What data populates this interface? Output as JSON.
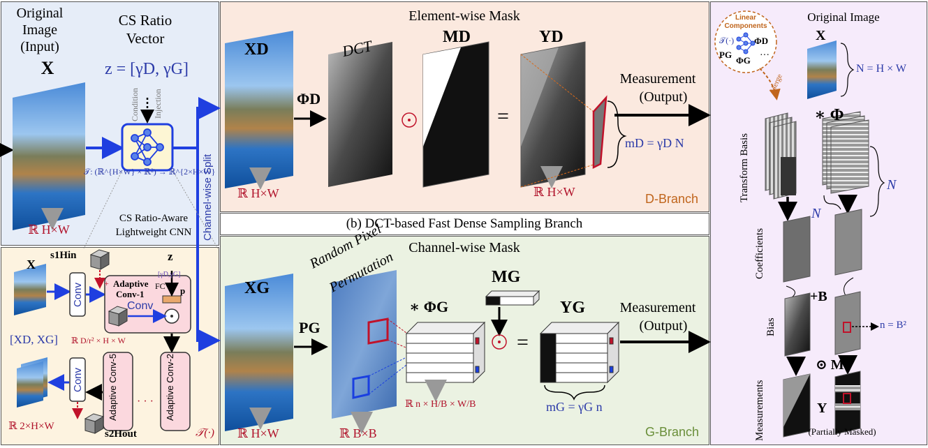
{
  "panel_a": {
    "original_label": "Original",
    "image_label": "Image",
    "input_label": "(Input)",
    "x_symbol": "X",
    "cs_ratio_label": "CS Ratio",
    "vector_label": "Vector",
    "z_vector": "z = [γD, γG]",
    "condition_label": "Condition",
    "injection_label": "Injection",
    "mapping": "𝒯: (ℝ^{H×W} × ℝ²) → ℝ^{2×H×W}",
    "rhw": "ℝ H×W",
    "cnn_label_1": "CS Ratio-Aware",
    "cnn_label_2": "Lightweight CNN",
    "channel_split": "Channel-wise Split"
  },
  "panel_t": {
    "x_symbol": "X",
    "s1h": "s1Hin",
    "z_symbol": "z",
    "adaptive1_line1": "Adaptive",
    "adaptive1_line2": "Conv-1",
    "fc_label": "FC",
    "gamma_pair": "[γD,γG]",
    "p_symbol": "p",
    "conv_label": "Conv",
    "xdxg": "[XD, XG]",
    "rdim": "ℝ D/r² × H × W",
    "adaptive5": "Adaptive Conv-5",
    "adaptive2": "Adaptive Conv-2",
    "dots": "· · ·",
    "conv_bottom": "Conv",
    "r2hw": "ℝ 2×H×W",
    "s2h": "s2Hout",
    "t_symbol": "𝒯(·)",
    "plus": "+"
  },
  "panel_d": {
    "title": "Element-wise Mask",
    "xd": "XD",
    "phid": "ΦD",
    "dct": "DCT",
    "md": "MD",
    "yd": "YD",
    "odot": "⊙",
    "equals": "=",
    "measurement": "Measurement",
    "output": "(Output)",
    "md_eq": "mD = γD N",
    "rhw": "ℝ H×W",
    "rhw2": "ℝ H×W",
    "branch": "D-Branch"
  },
  "caption_b": "(b) DCT-based Fast Dense Sampling Branch",
  "panel_g": {
    "title": "Channel-wise Mask",
    "xg": "XG",
    "random_1": "Random Pixel",
    "random_2": "Permutation",
    "pg": "PG",
    "phig": "∗ ΦG",
    "mg": "MG",
    "yg": "YG",
    "odot": "⊙",
    "equals": "=",
    "measurement": "Measurement",
    "output": "(Output)",
    "mg_eq": "mG = γG n",
    "rhw": "ℝ H×W",
    "rbb": "ℝ B×B",
    "rnhw": "ℝ n × H/B × W/B",
    "branch": "G-Branch"
  },
  "panel_right": {
    "title": "Original Image",
    "linear_1": "Linear",
    "linear_2": "Components",
    "t_op": "𝒯(·)",
    "phid": "ΦD",
    "pg": "PG",
    "phig": "ΦG",
    "ellipsis": "···",
    "merge": "Merge",
    "x_symbol": "X",
    "n_eq": "N = H × W",
    "phi": "∗ Φ",
    "transform_basis": "Transform Basis",
    "n1": "N",
    "n2": "N",
    "coefficients": "Coefficients",
    "plus_b": "+B",
    "bias": "Bias",
    "n_b2": "n = B²",
    "odot_m": "⊙ M",
    "measurements": "Measurements",
    "y_symbol": "Y",
    "partially": "(Partially Masked)"
  },
  "colors": {
    "panel_a_bg": "#e6edf8",
    "panel_t_bg": "#fdf3e0",
    "panel_d_bg": "#fbe9df",
    "panel_g_bg": "#ebf2e2",
    "panel_right_bg": "#f6ebfb",
    "arrow_blue": "#1f3fe0",
    "accent_red": "#b0122a",
    "accent_orange": "#c0651c"
  }
}
